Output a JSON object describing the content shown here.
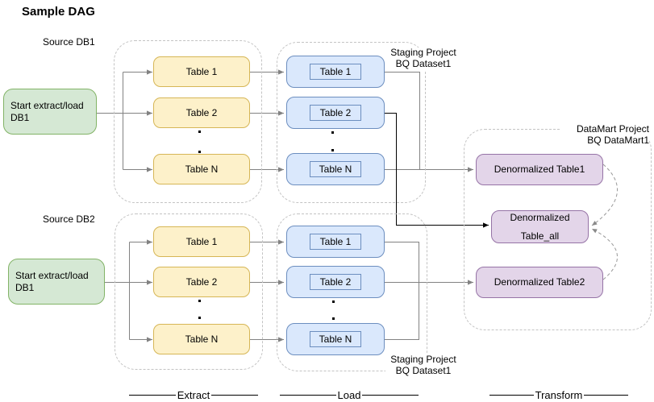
{
  "title": "Sample DAG",
  "source_groups": [
    {
      "db_label": "Source DB1",
      "start_node": {
        "line1": "Start extract/load",
        "line2": "DB1"
      }
    },
    {
      "db_label": "Source DB2",
      "start_node": {
        "line1": "Start extract/load",
        "line2": "DB1"
      }
    }
  ],
  "extract": {
    "top_tables": [
      "Table 1",
      "Table 2",
      "Table N"
    ],
    "bottom_tables": [
      "Table 1",
      "Table 2",
      "Table N"
    ]
  },
  "load": {
    "top_tables": [
      "Table 1",
      "Table 2",
      "Table N"
    ],
    "bottom_tables": [
      "Table 1",
      "Table 2",
      "Table N"
    ],
    "staging_label_top": {
      "line1": "Staging Project",
      "line2": "BQ Dataset1"
    },
    "staging_label_bottom": {
      "line1": "Staging Project",
      "line2": "BQ Dataset1"
    }
  },
  "datamart": {
    "label": {
      "line1": "DataMart Project",
      "line2": "BQ DataMart1"
    },
    "table1": "Denormalized Table1",
    "table_all": {
      "line1": "Denormalized",
      "line2": "Table_all"
    },
    "table2": "Denormalized Table2"
  },
  "stages": {
    "extract": "Extract",
    "load": "Load",
    "transform": "Transform"
  },
  "colors": {
    "green_fill": "#d5e8d4",
    "green_border": "#82b366",
    "yellow_fill": "#fdf1ca",
    "yellow_border": "#d6b656",
    "blue_fill": "#dae8fc",
    "blue_border": "#6c8ebf",
    "purple_fill": "#e3d5e9",
    "purple_border": "#9673a6",
    "connector_gray": "#828282",
    "connector_black": "#000000",
    "dashed_arc": "#999999",
    "container_border": "#c3c3c3"
  }
}
